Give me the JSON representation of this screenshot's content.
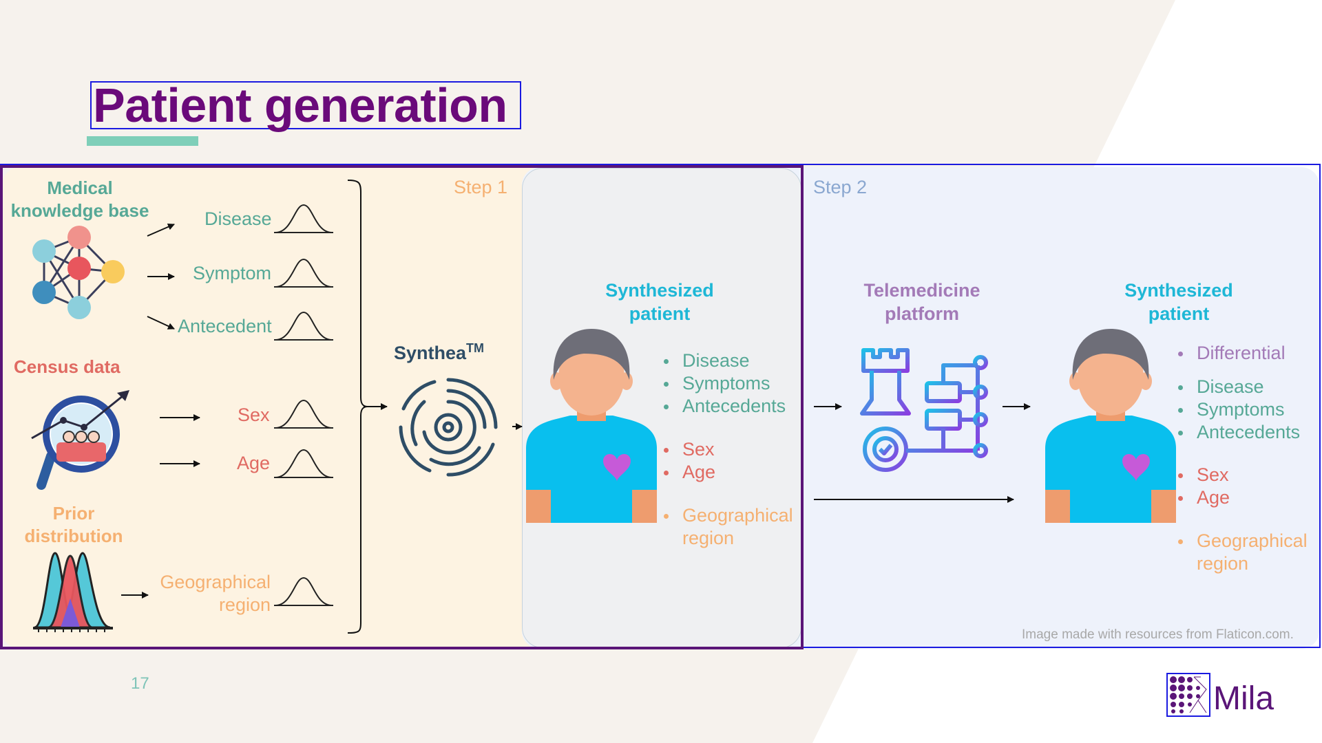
{
  "slide": {
    "title": "Patient generation",
    "page_number": "17",
    "credit": "Image made with resources from Flaticon.com.",
    "brand": "Mila"
  },
  "step1": {
    "label": "Step 1",
    "sources": {
      "medical_kb": {
        "line1": "Medical",
        "line2": "knowledge base"
      },
      "census": "Census data",
      "prior": {
        "line1": "Prior",
        "line2": "distribution"
      }
    },
    "distributions": {
      "disease": "Disease",
      "symptom": "Symptom",
      "antecedent": "Antecedent",
      "sex": "Sex",
      "age": "Age",
      "region": {
        "line1": "Geographical",
        "line2": "region"
      }
    },
    "synthea": {
      "name": "Synthea",
      "sup": "TM"
    },
    "patient": {
      "heading": {
        "line1": "Synthesized",
        "line2": "patient"
      },
      "clinical": [
        "Disease",
        "Symptoms",
        "Antecedents"
      ],
      "demographic": [
        "Sex",
        "Age"
      ],
      "region": {
        "line1": "Geographical",
        "line2": "region"
      }
    }
  },
  "step2": {
    "label": "Step 2",
    "platform": {
      "line1": "Telemedicine",
      "line2": "platform"
    },
    "patient": {
      "heading": {
        "line1": "Synthesized",
        "line2": "patient"
      },
      "differential": "Differential",
      "clinical": [
        "Disease",
        "Symptoms",
        "Antecedents"
      ],
      "demographic": [
        "Sex",
        "Age"
      ],
      "region": {
        "line1": "Geographical",
        "line2": "region"
      }
    }
  },
  "colors": {
    "title": "#6a0a7a",
    "clinical_teal": "#56a896",
    "census_red": "#e06a62",
    "prior_orange": "#f5b071",
    "heading_cyan": "#1eb7d6",
    "platform_lavender": "#a37ab7",
    "step2_label": "#8aa7d0",
    "frame_blue": "#1a1ae0",
    "frame_purple": "#5a1578"
  }
}
